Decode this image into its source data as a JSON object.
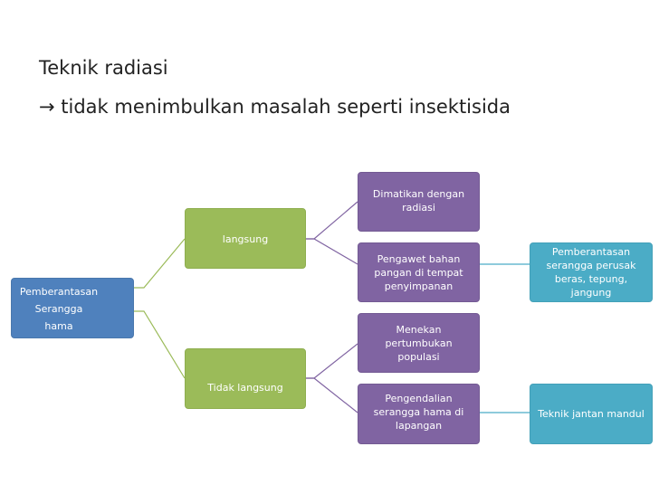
{
  "heading": {
    "line1": "Teknik radiasi",
    "line2": "→ tidak menimbulkan masalah seperti insektisida"
  },
  "diagram": {
    "root": {
      "lines": [
        "Pemberantasan",
        "Serangga",
        "hama"
      ]
    },
    "branch_direct": {
      "label": "langsung"
    },
    "branch_indirect": {
      "label": "Tidak langsung"
    },
    "leaf_radiation": {
      "label": "Dimatikan dengan radiasi"
    },
    "leaf_preserve": {
      "label": "Pengawet bahan pangan di tempat penyimpanan"
    },
    "leaf_suppress": {
      "label": "Menekan pertumbukan populasi"
    },
    "leaf_field": {
      "label": "Pengendalian serangga hama di lapangan"
    },
    "result_storage": {
      "label": "Pemberantasan serangga perusak beras, tepung, jangung"
    },
    "result_male": {
      "label": "Teknik jantan mandul"
    }
  },
  "colors": {
    "root": "#4f81bd",
    "branch": "#9bbb59",
    "leaf": "#8064a2",
    "result": "#4bacc6"
  }
}
